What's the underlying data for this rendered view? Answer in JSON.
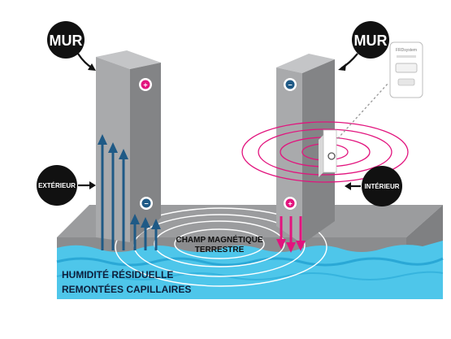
{
  "labels": {
    "wall_left": "MUR",
    "wall_right": "MUR",
    "exterior": "EXTÉRIEUR",
    "interior": "INTÉRIEUR",
    "field_line1": "CHAMP MAGNÉTIQUE",
    "field_line2": "TERRESTRE",
    "moisture_line1": "HUMIDITÉ RÉSIDUELLE",
    "moisture_line2": "REMONTÉES CAPILLAIRES"
  },
  "symbols": {
    "plus": "+",
    "minus": "−"
  },
  "device": {
    "brand": "FRDsystem",
    "icon": "device-remote-icon"
  },
  "colors": {
    "wall_front": "#a9aaac",
    "wall_side": "#828385",
    "wall_top": "#c4c5c7",
    "ground_top": "#999a9c",
    "ground_side": "#8a8b8d",
    "water": "#4ec6ea",
    "water_deep": "#2aa8d6",
    "arrow_blue": "#1f5a86",
    "arrow_pink": "#e2147e",
    "plus_badge": "#e2147e",
    "minus_badge": "#1f5a86",
    "bubble": "#111111"
  }
}
